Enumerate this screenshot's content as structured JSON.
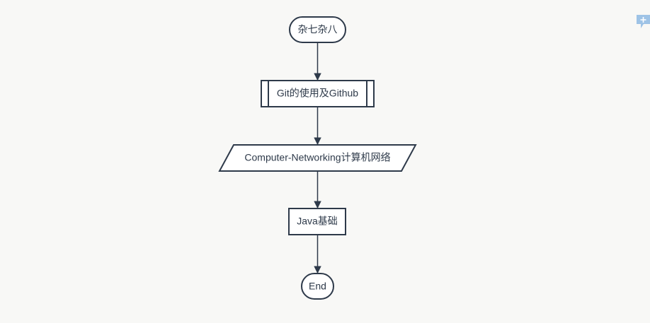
{
  "flowchart": {
    "nodes": {
      "start": {
        "label": "杂七杂八",
        "shape": "terminator"
      },
      "git": {
        "label": "Git的使用及Github",
        "shape": "subroutine"
      },
      "network": {
        "label": "Computer-Networking计算机网络",
        "shape": "parallelogram"
      },
      "java": {
        "label": "Java基础",
        "shape": "process"
      },
      "end": {
        "label": "End",
        "shape": "terminator"
      }
    },
    "edges": [
      {
        "from": "start",
        "to": "git"
      },
      {
        "from": "git",
        "to": "network"
      },
      {
        "from": "network",
        "to": "java"
      },
      {
        "from": "java",
        "to": "end"
      }
    ]
  },
  "colors": {
    "background": "#f8f8f6",
    "stroke": "#2e3a4a",
    "node_fill": "#ffffff",
    "accent": "#9ec3e6"
  },
  "toolbar": {
    "add_icon": "plus-icon"
  }
}
